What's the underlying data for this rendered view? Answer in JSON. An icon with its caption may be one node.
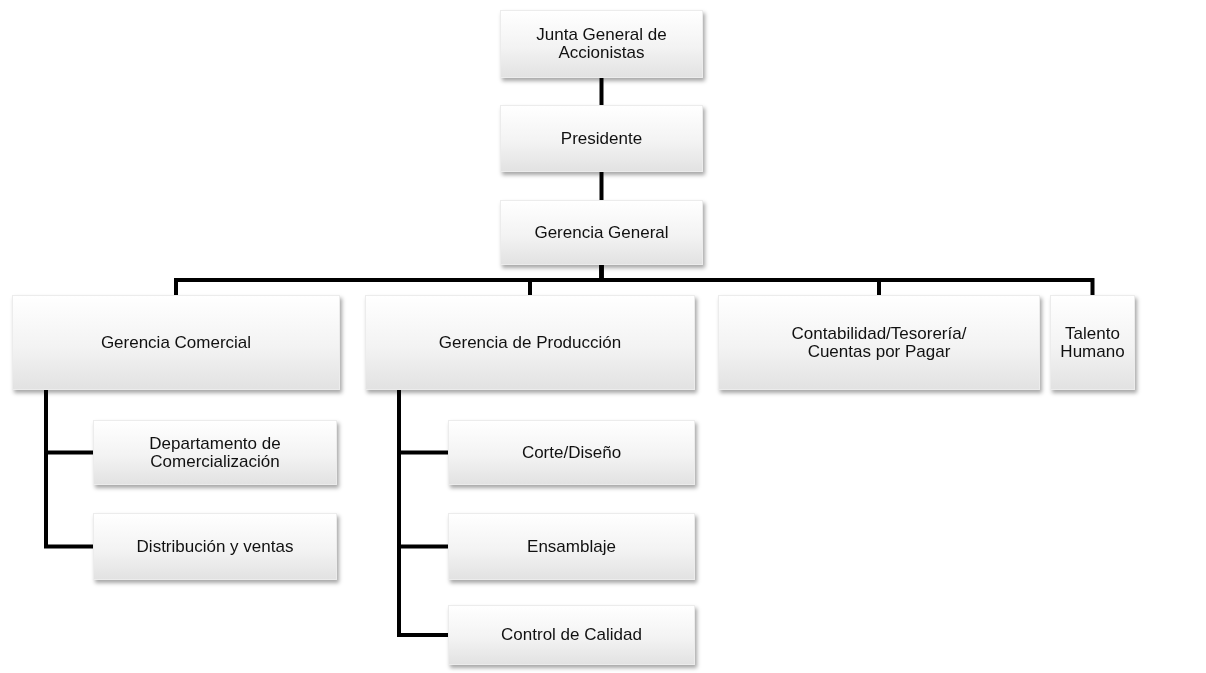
{
  "diagram": {
    "nodes": [
      {
        "text": [
          "Junta General de Accionistas"
        ]
      },
      {
        "text": [
          "Presidente"
        ]
      },
      {
        "text": [
          "Gerencia General"
        ]
      },
      {
        "text": [
          "Gerencia Comercial"
        ]
      },
      {
        "text": [
          "Gerencia de Producción"
        ]
      },
      {
        "text": [
          "Contabilidad/Tesorería/ Cuentas por Pagar"
        ]
      },
      {
        "text": [
          "Talento Humano"
        ]
      },
      {
        "text": [
          "Departamento de Comercialización"
        ]
      },
      {
        "text": [
          "Distribución y ventas"
        ]
      },
      {
        "text": [
          "Corte/Diseño"
        ]
      },
      {
        "text": [
          "Ensamblaje"
        ]
      },
      {
        "text": [
          "Control de Calidad"
        ]
      }
    ],
    "edges": [
      {
        "from": 0,
        "to": 1,
        "arrow": "none"
      },
      {
        "from": 1,
        "to": 2,
        "arrow": "none"
      },
      {
        "from": 2,
        "to": 3,
        "arrow": "none"
      },
      {
        "from": 2,
        "to": 4,
        "arrow": "none"
      },
      {
        "from": 2,
        "to": 5,
        "arrow": "none"
      },
      {
        "from": 2,
        "to": 6,
        "arrow": "none"
      },
      {
        "from": 3,
        "to": 7,
        "arrow": "none"
      },
      {
        "from": 3,
        "to": 8,
        "arrow": "none"
      },
      {
        "from": 4,
        "to": 9,
        "arrow": "none"
      },
      {
        "from": 4,
        "to": 10,
        "arrow": "none"
      },
      {
        "from": 4,
        "to": 11,
        "arrow": "none"
      }
    ]
  }
}
